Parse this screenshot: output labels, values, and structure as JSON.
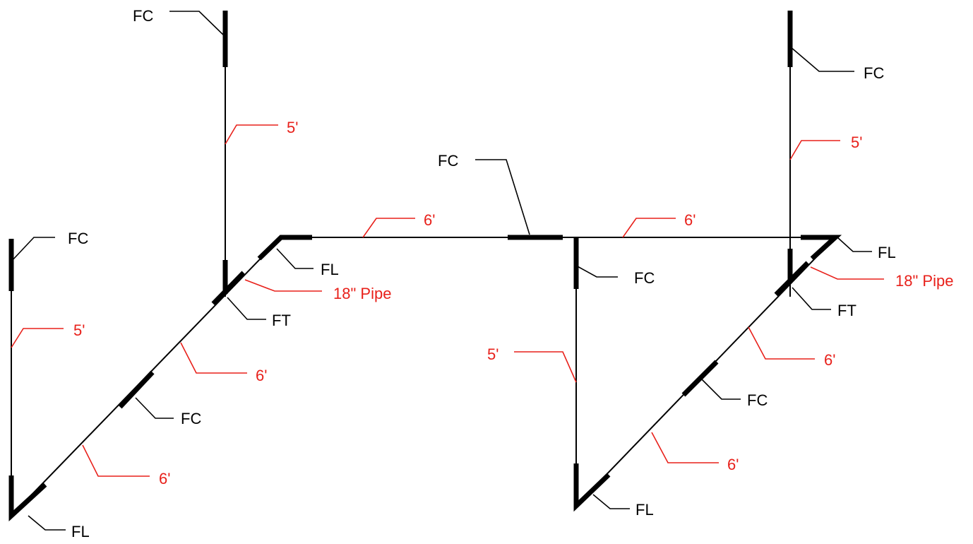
{
  "colors": {
    "pipe": "#000000",
    "dimension": "#e8201a",
    "background": "#ffffff"
  },
  "labels": {
    "fc_top_left": "FC",
    "fc_left_riser": "FC",
    "fl_bottom_left": "FL",
    "fc_mid_diag": "FC",
    "ft_left": "FT",
    "fl_left_elbow": "FL",
    "fc_center": "FC",
    "fc_center_drop": "FC",
    "fl_bottom_right": "FL",
    "fc_right_diag": "FC",
    "ft_right": "FT",
    "fl_right_elbow": "FL",
    "fc_top_right": "FC"
  },
  "dimensions": {
    "riser_left_top": "5'",
    "riser_far_left": "5'",
    "diag_left_upper": "6'",
    "diag_left_lower": "6'",
    "pipe_left_18": "18\" Pipe",
    "horiz_left": "6'",
    "horiz_right": "6'",
    "drop_center": "5'",
    "riser_right_top": "5'",
    "diag_right_upper": "6'",
    "diag_right_lower": "6'",
    "pipe_right_18": "18\" Pipe"
  }
}
